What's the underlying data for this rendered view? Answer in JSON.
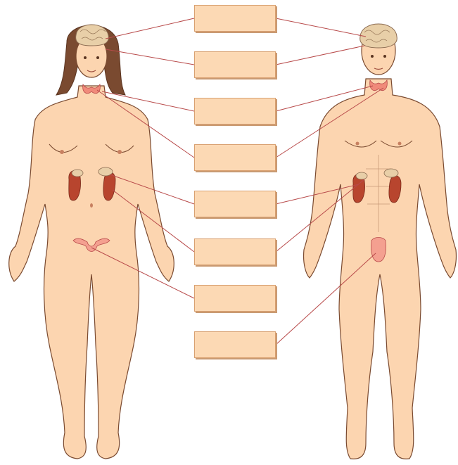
{
  "diagram": {
    "subjects": [
      "female-figure",
      "male-figure"
    ],
    "label_boxes": [
      {
        "id": "label-1",
        "text": ""
      },
      {
        "id": "label-2",
        "text": ""
      },
      {
        "id": "label-3",
        "text": ""
      },
      {
        "id": "label-4",
        "text": ""
      },
      {
        "id": "label-5",
        "text": ""
      },
      {
        "id": "label-6",
        "text": ""
      },
      {
        "id": "label-7",
        "text": ""
      },
      {
        "id": "label-8",
        "text": ""
      }
    ],
    "colors": {
      "skin": "#fcd5b0",
      "outline": "#7a4a30",
      "hair": "#7a4a30",
      "leader_line": "#b84a4a",
      "label_fill": "#fcd9b4",
      "gland_highlight": "#f08a7a",
      "brain": "#e8cfa8",
      "kidney": "#b8452e"
    }
  }
}
